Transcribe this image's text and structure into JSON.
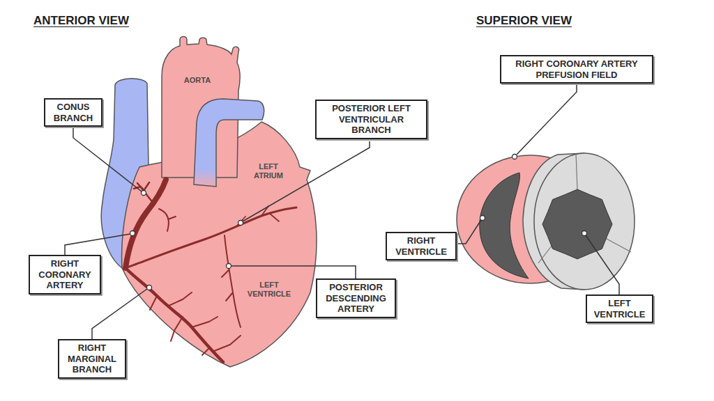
{
  "diagram": {
    "nodes": [
      {
        "text": [
          "CONUS BRANCH"
        ]
      },
      {
        "text": [
          "RIGHT CORONARY ARTERY"
        ]
      },
      {
        "text": [
          "RIGHT MARGINAL BRANCH"
        ]
      },
      {
        "text": [
          "POSTERIOR LEFT VENTRICULAR BRANCH"
        ]
      },
      {
        "text": [
          "POSTERIOR DESCENDING ARTERY"
        ]
      },
      {
        "text": [
          "RIGHT CORONARY ARTERY PREFUSION FIELD"
        ]
      },
      {
        "text": [
          "RIGHT VENTRICLE"
        ]
      },
      {
        "text": [
          "LEFT VENTRICLE"
        ]
      }
    ],
    "labels": [
      "ANTERIOR VIEW",
      "SUPERIOR VIEW",
      "AORTA",
      "LEFT ATRIUM",
      "LEFT VENTRICLE"
    ]
  }
}
